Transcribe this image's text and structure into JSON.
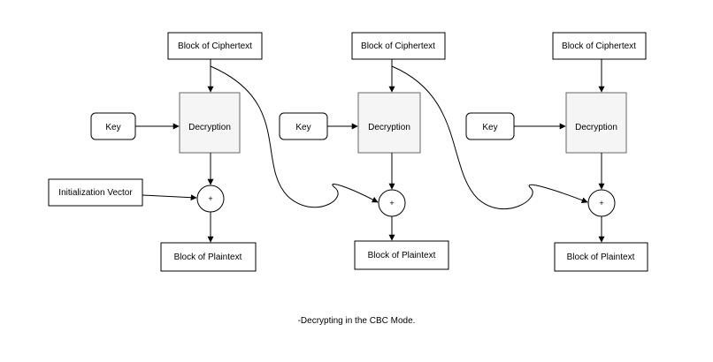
{
  "diagram": {
    "columns": [
      {
        "ciphertext_label": "Block of Ciphertext",
        "key_label": "Key",
        "decryption_label": "Decryption",
        "xor_symbol": "+",
        "plaintext_label": "Block of Plaintext"
      },
      {
        "ciphertext_label": "Block of Ciphertext",
        "key_label": "Key",
        "decryption_label": "Decryption",
        "xor_symbol": "+",
        "plaintext_label": "Block of Plaintext"
      },
      {
        "ciphertext_label": "Block of Ciphertext",
        "key_label": "Key",
        "decryption_label": "Decryption",
        "xor_symbol": "+",
        "plaintext_label": "Block of Plaintext"
      }
    ],
    "iv_label": "Initialization Vector",
    "caption": "-Decrypting in the CBC Mode."
  }
}
